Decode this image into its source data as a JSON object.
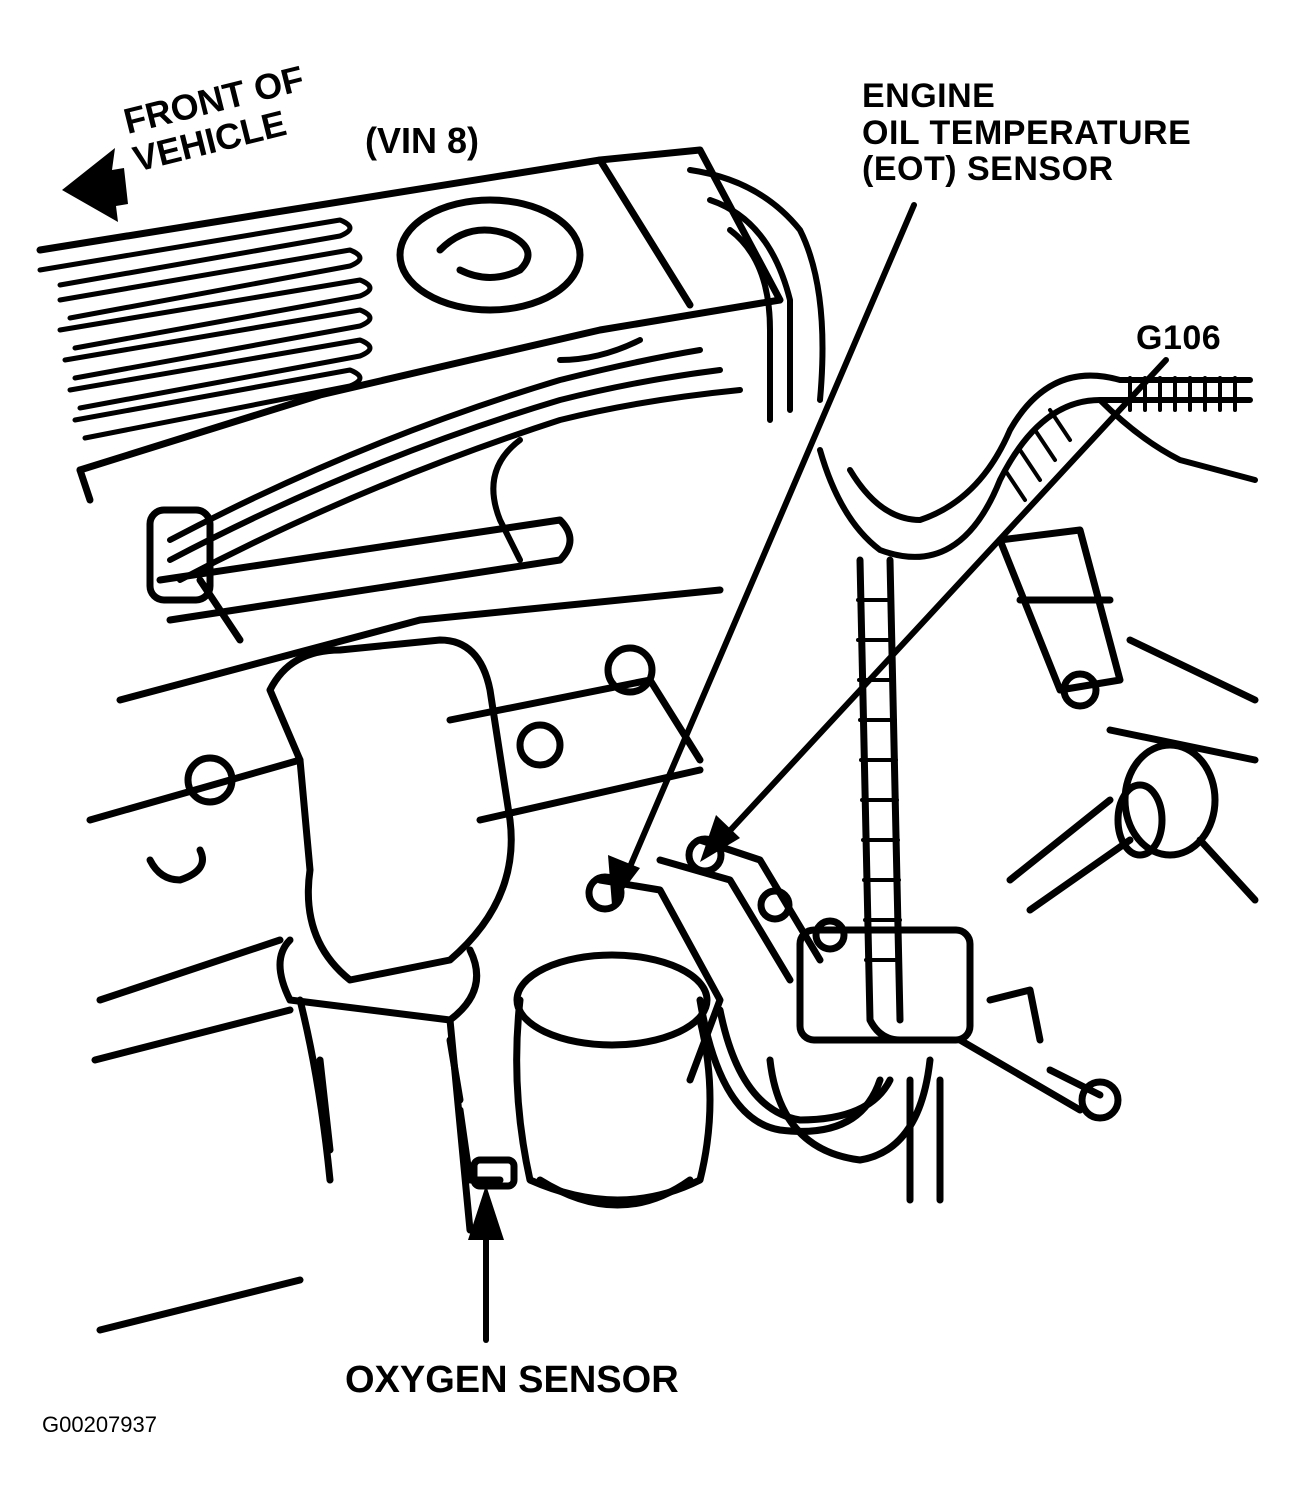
{
  "labels": {
    "front_of_vehicle": [
      "FRONT OF",
      "VEHICLE"
    ],
    "vin": "(VIN 8)",
    "eot_sensor": [
      "ENGINE",
      "OIL TEMPERATURE",
      "(EOT)  SENSOR"
    ],
    "ground": "G106",
    "oxygen_sensor": "OXYGEN SENSOR"
  },
  "figure_id": "G00207937",
  "colors": {
    "ink": "#000000",
    "paper": "#ffffff"
  }
}
